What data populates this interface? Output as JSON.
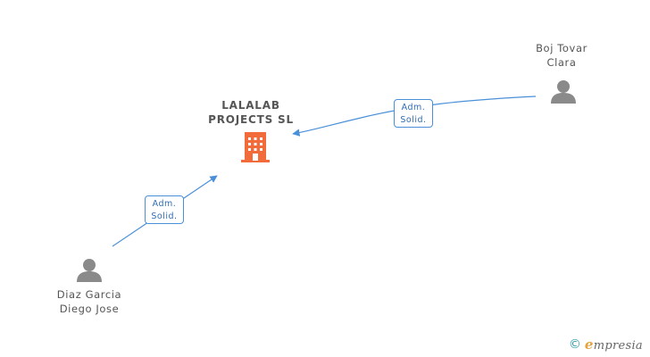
{
  "company": {
    "name_line1": "LALALAB",
    "name_line2": "PROJECTS SL",
    "icon": "building-icon",
    "color": "#f26b3a"
  },
  "people": [
    {
      "line1": "Boj Tovar",
      "line2": "Clara",
      "icon": "person-icon"
    },
    {
      "line1": "Diaz Garcia",
      "line2": "Diego Jose",
      "icon": "person-icon"
    }
  ],
  "relations": [
    {
      "from": "Boj Tovar Clara",
      "to": "LALALAB PROJECTS SL",
      "label_line1": "Adm.",
      "label_line2": "Solid."
    },
    {
      "from": "Diaz Garcia Diego Jose",
      "to": "LALALAB PROJECTS SL",
      "label_line1": "Adm.",
      "label_line2": "Solid."
    }
  ],
  "watermark": {
    "symbol": "©",
    "brand_initial": "e",
    "brand_rest": "mpresia"
  },
  "colors": {
    "edge": "#4a90d9",
    "person": "#8a8a8a",
    "text": "#555555"
  }
}
